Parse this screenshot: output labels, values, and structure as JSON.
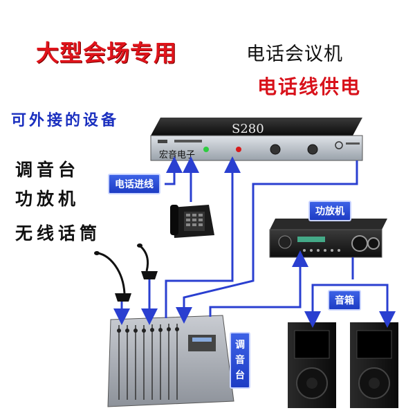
{
  "header": {
    "title_red": "大型会场专用",
    "title_black": "电话会议机",
    "subtitle": "电话线供电"
  },
  "devices": {
    "heading": "可外接的设备",
    "items": [
      "调音台",
      "功放机",
      "无线话筒"
    ]
  },
  "conference_unit": {
    "model": "S280",
    "brand": "宏音电子"
  },
  "labels": {
    "phone_line": "电话进线",
    "amplifier": "功放机",
    "speaker": "音箱",
    "mixer": "调音台"
  },
  "colors": {
    "title_red": "#e0141b",
    "heading_blue": "#1a2fbf",
    "wire_blue": "#2a3fd0",
    "tag_blue": "#2a4bd6"
  }
}
